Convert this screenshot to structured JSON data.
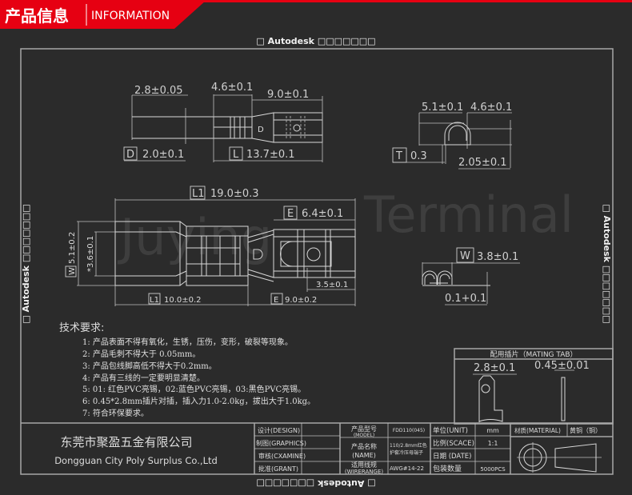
{
  "header": {
    "title_cn": "产品信息",
    "title_en": "INFORMATION",
    "accent": "#e60012",
    "background": "#2b2b2b"
  },
  "cad_stamps": {
    "top": "□ Autodesk □□□□□□□",
    "bottom": "□ Autodesk □□□□□□□",
    "left": "□ Autodesk □□□□□□□",
    "right": "□ Autodesk □□□□□□□"
  },
  "watermark": "Juying Terminal",
  "top_view": {
    "wire_width": "2.8±0.05",
    "barrel_length": "4.6±0.1",
    "receptacle_length": "9.0±0.1",
    "d_label": "D",
    "d_value": "2.0±0.1",
    "l_label": "L",
    "l_value": "13.7±0.1",
    "mark": "D"
  },
  "side_view": {
    "l1_label": "L1",
    "l1_value": "19.0±0.3",
    "e_label": "E",
    "e_value": "6.4±0.1",
    "slot": "3.5±0.1",
    "l1b_value": "10.0±0.2",
    "e2_value": "9.0±0.2",
    "w_label": "W",
    "w_value": "5.1±0.2",
    "inner": "*3.6±0.1"
  },
  "end_view": {
    "width": "5.1±0.1",
    "height": "4.6±0.1",
    "t_label": "T",
    "t_value": "0.3",
    "gap": "2.05±0.1",
    "w_label": "W",
    "w_value": "3.8±0.1",
    "clearance": "0.1+0.1"
  },
  "requirements": {
    "title": "技术要求:",
    "items": [
      "1: 产品表面不得有氧化，生锈，压伤，变形，破裂等现象。",
      "2: 产品毛刺不得大于 0.05mm。",
      "3: 产品包线脚高低不得大于0.2mm。",
      "4: 产品有三线的一定要明显清楚。",
      "5: 01: 红色PVC亮锡，02:蓝色PVC亮锡，03:黑色PVC亮锡。",
      "6: 0.45*2.8mm插片对插，插入力1.0-2.0kg，拔出大于1.0kg。",
      "7: 符合环保要求。"
    ]
  },
  "mating_tab": {
    "title": "配用插片（MATING   TAB）",
    "width": "2.8±0.1",
    "thickness": "0.45±0.01"
  },
  "company": {
    "name_cn": "东莞市聚盈五金有限公司",
    "name_en": "Dongguan City Poly Surplus Co.,Ltd"
  },
  "title_block": {
    "design": "设计(DESIGN)",
    "graphics": "制图(GRAPHICS)",
    "examine": "审核(CXAMINE)",
    "grant": "批准(GRANT)",
    "model_label": "产品型号",
    "model_label_en": "(MODEL)",
    "model_value": "FDD110(045)",
    "name_label": "产品名称",
    "name_label_en": "(NAME)",
    "name_value_1": "110/2.8mm红色",
    "name_value_2": "护套冷压母端子",
    "wire_label": "适用线规",
    "wire_label_en": "(WIRERANGE)",
    "wire_value": "AWG#14-22",
    "unit_label": "单位(UNIT)",
    "unit_value": "mm",
    "scale_label": "比例(SCACE)",
    "scale_value": "1:1",
    "date_label": "日期 (DATE)",
    "date_value": "",
    "pack_label": "包装数量",
    "pack_value": "5000PCS",
    "material_label": "材质(MATERIAL)",
    "material_value": "黄铜（铜）"
  }
}
